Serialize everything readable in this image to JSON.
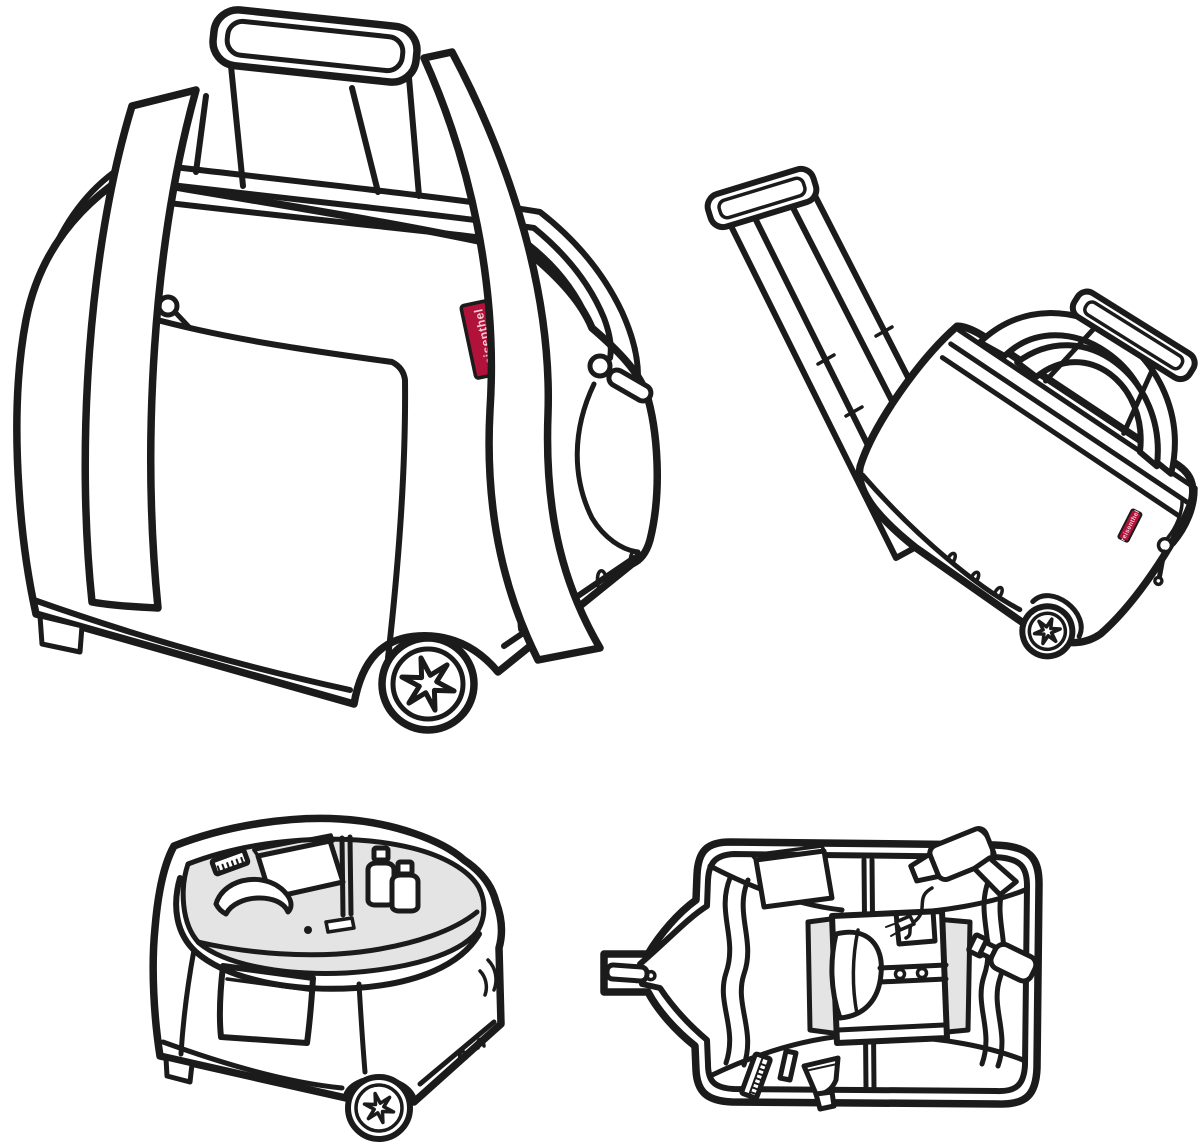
{
  "artwork": {
    "type": "product-line-drawing",
    "brand_label_text": "reisenthel",
    "views": [
      {
        "id": "front-view",
        "name": "bag-front-three-quarter-view"
      },
      {
        "id": "trolley-view",
        "name": "bag-tilted-telescopic-handle-extended-view"
      },
      {
        "id": "interior-view",
        "name": "open-bag-interior-organizer-view"
      },
      {
        "id": "top-view",
        "name": "top-view-of-packed-open-bag"
      }
    ]
  },
  "colors": {
    "ink": "#1b1b1b",
    "paper": "#ffffff",
    "shade": "#e4e4e4",
    "label_bg": "#b0123a",
    "label_fg": "#f7cdd8"
  }
}
